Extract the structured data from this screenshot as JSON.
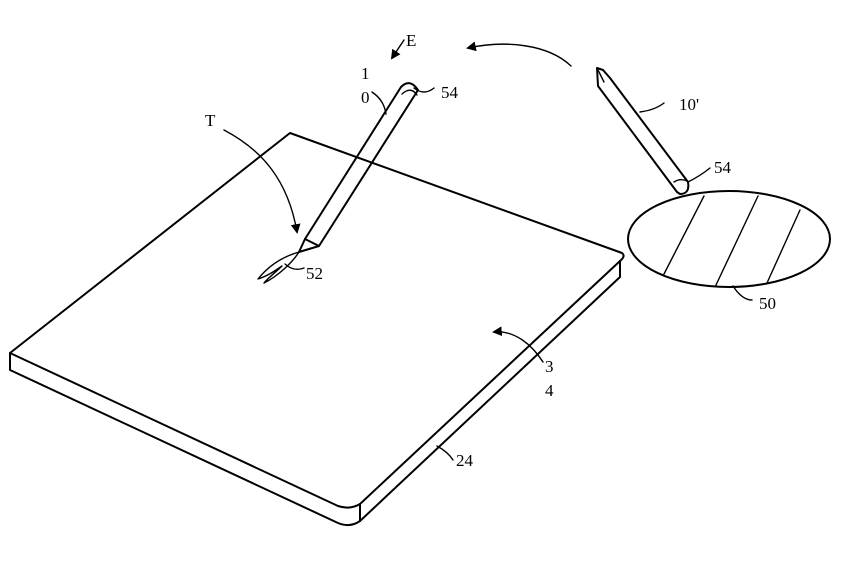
{
  "figure": {
    "labels": {
      "stylus_main": "1\n0",
      "stylus_main_line1": "1",
      "stylus_main_line2": "0",
      "stylus_end": "54",
      "rotation_direction": "E",
      "tip_arrow": "T",
      "tip": "52",
      "stylus_alt": "10'",
      "stylus_alt_end": "54",
      "surface": "50",
      "device_surface_line1": "3",
      "device_surface_line2": "4",
      "device": "24"
    }
  }
}
